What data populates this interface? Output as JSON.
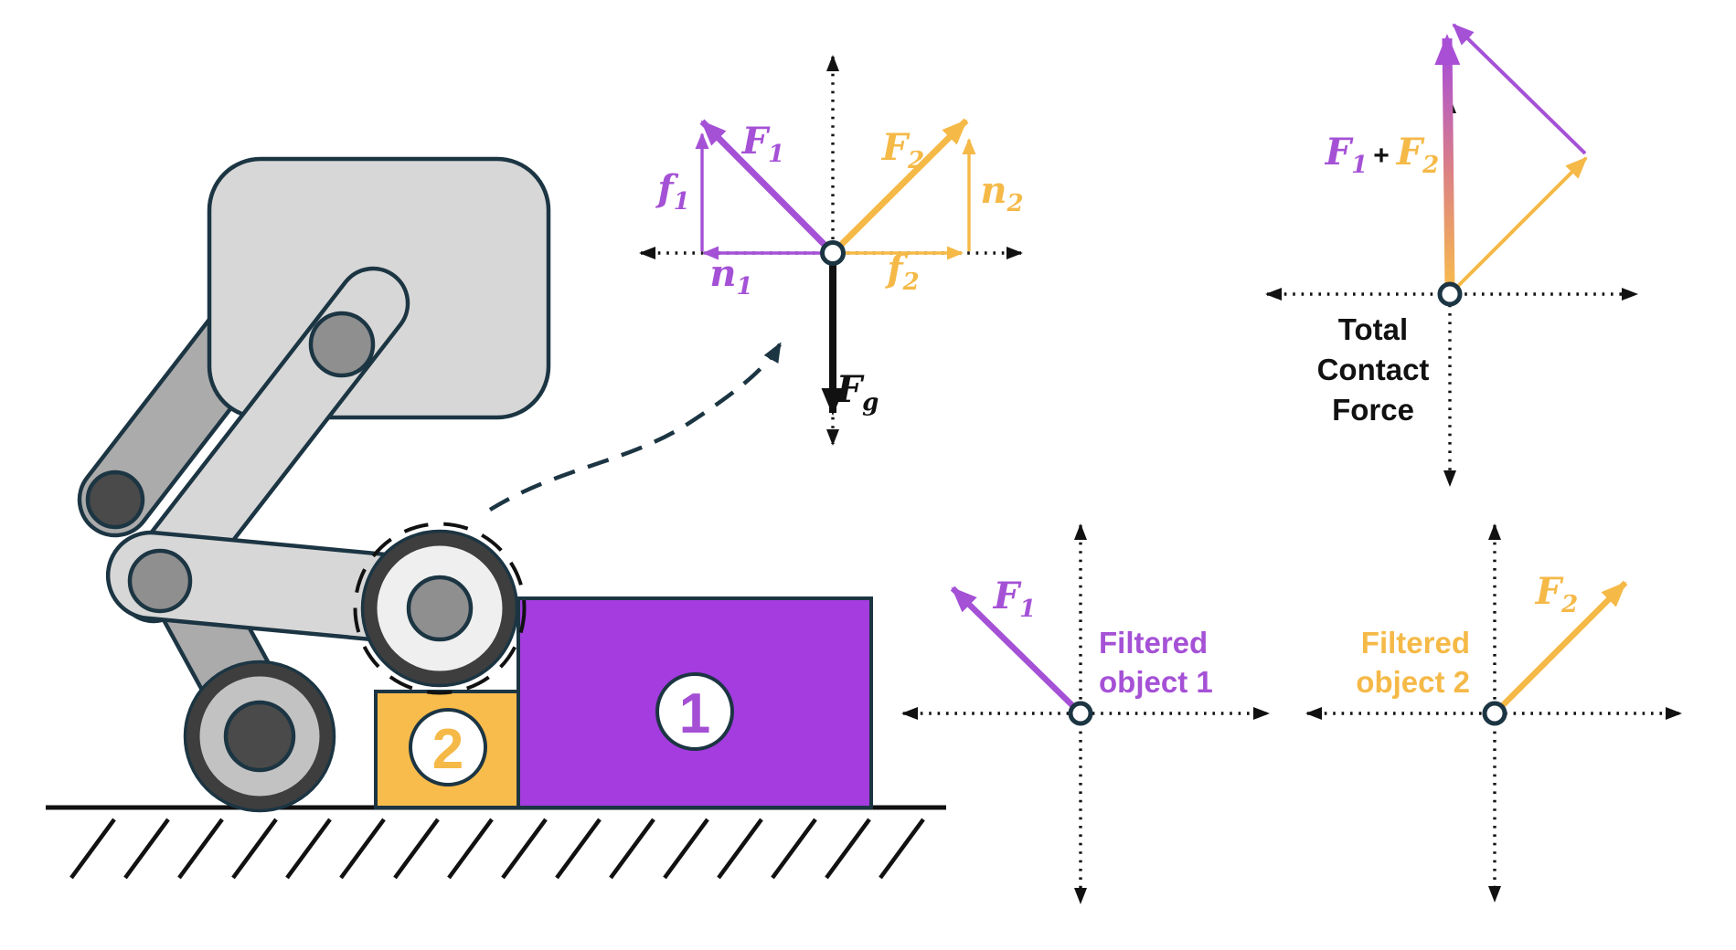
{
  "scene_description": "Robot arm wheel pressing on two stacked objects with contact force decomposition diagrams",
  "colors": {
    "purple_arrow": "#A551D6",
    "purple_block": "#A43CDF",
    "yellow_arrow": "#F5B947",
    "yellow_block": "#F8BC4C",
    "outline_navy": "#1C3543",
    "black": "#111111",
    "robot_light_gray": "#D7D7D7",
    "robot_medium_gray": "#ABABAB",
    "gradient_bottom": "#F8BC4C",
    "gradient_mid": "#DC8184",
    "gradient_top": "#A94FD6"
  },
  "blocks": {
    "object1_label": "1",
    "object2_label": "2"
  },
  "fbd_contact": {
    "F1": {
      "m": "F",
      "s": "1"
    },
    "f1": {
      "m": "f",
      "s": "1"
    },
    "n1": {
      "m": "n",
      "s": "1"
    },
    "F2": {
      "m": "F",
      "s": "2"
    },
    "n2": {
      "m": "n",
      "s": "2"
    },
    "f2": {
      "m": "f",
      "s": "2"
    },
    "Fg": {
      "m": "F",
      "s": "g"
    }
  },
  "total_diagram": {
    "F1": {
      "m": "F",
      "s": "1"
    },
    "plus": "+",
    "F2": {
      "m": "F",
      "s": "2"
    },
    "caption": [
      "Total",
      "Contact",
      "Force"
    ]
  },
  "filtered1": {
    "F1": {
      "m": "F",
      "s": "1"
    },
    "caption": [
      "Filtered",
      "object 1"
    ]
  },
  "filtered2": {
    "F2": {
      "m": "F",
      "s": "2"
    },
    "caption": [
      "Filtered",
      "object 2"
    ]
  }
}
